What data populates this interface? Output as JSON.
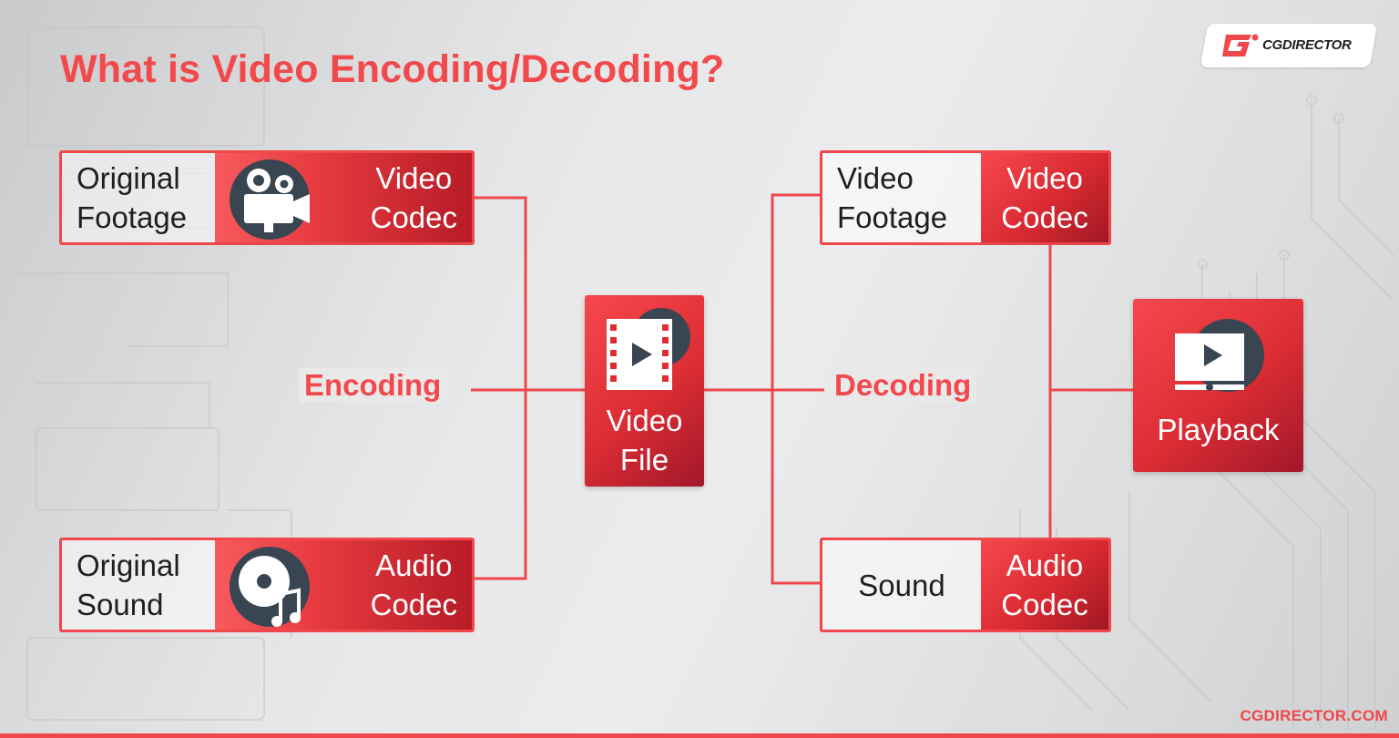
{
  "title": "What is Video Encoding/Decoding?",
  "logo": {
    "text": "CGDIRECTOR",
    "icon": "cgdirector-logo-icon"
  },
  "footer": {
    "site": "CGDIRECTOR.COM"
  },
  "encoding": {
    "label": "Encoding",
    "video_row": {
      "input_line1": "Original",
      "input_line2": "Footage",
      "codec_line1": "Video",
      "codec_line2": "Codec",
      "icon": "camera-icon"
    },
    "audio_row": {
      "input_line1": "Original",
      "input_line2": "Sound",
      "codec_line1": "Audio",
      "codec_line2": "Codec",
      "icon": "music-disc-icon"
    }
  },
  "video_file": {
    "line1": "Video",
    "line2": "File",
    "icon": "film-play-icon"
  },
  "decoding": {
    "label": "Decoding",
    "video_row": {
      "input_line1": "Video",
      "input_line2": "Footage",
      "codec_line1": "Video",
      "codec_line2": "Codec"
    },
    "audio_row": {
      "input": "Sound",
      "codec_line1": "Audio",
      "codec_line2": "Codec"
    }
  },
  "playback": {
    "label": "Playback",
    "icon": "video-player-icon"
  },
  "colors": {
    "accent": "#ef474b",
    "dark_red": "#a1172a",
    "icon_dark": "#3a4552",
    "text": "#1f1f1f"
  }
}
